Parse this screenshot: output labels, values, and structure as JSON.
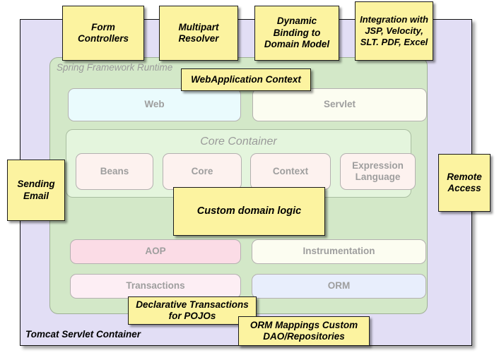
{
  "diagram": {
    "title": "Spring Framework Runtime architecture with annotations",
    "outer_container": {
      "label": "Tomcat Servlet Container",
      "color": "#e2def5"
    },
    "framework_container": {
      "label": "Spring Framework Runtime",
      "color": "#d3e8c8"
    },
    "core_container": {
      "label": "Core Container",
      "color": "#e4f5dd",
      "modules": [
        {
          "label": "Beans",
          "color": "#fdf2ef"
        },
        {
          "label": "Core",
          "color": "#fdf2ef"
        },
        {
          "label": "Context",
          "color": "#fdf2ef"
        },
        {
          "label": "Expression Language",
          "color": "#fdf2ef"
        }
      ]
    },
    "web_row": [
      {
        "label": "Web",
        "color": "#eafbfd"
      },
      {
        "label": "Servlet",
        "color": "#fcfdf1"
      }
    ],
    "aop_row": [
      {
        "label": "AOP",
        "color": "#fbdce6"
      },
      {
        "label": "Instrumentation",
        "color": "#fcfdf1"
      }
    ],
    "data_row": [
      {
        "label": "Transactions",
        "color": "#fdeef4"
      },
      {
        "label": "ORM",
        "color": "#e8eefc"
      }
    ],
    "notes": [
      {
        "id": "form-controllers",
        "text": "Form Controllers"
      },
      {
        "id": "multipart-resolver",
        "text": "Multipart Resolver"
      },
      {
        "id": "dynamic-binding",
        "text": "Dynamic Binding to Domain Model"
      },
      {
        "id": "integration",
        "text": "Integration with JSP, Velocity, SLT. PDF, Excel"
      },
      {
        "id": "webapplication-context",
        "text": "WebApplication Context"
      },
      {
        "id": "sending-email",
        "text": "Sending Email"
      },
      {
        "id": "remote-access",
        "text": "Remote Access"
      },
      {
        "id": "custom-domain-logic",
        "text": "Custom domain logic"
      },
      {
        "id": "declarative-transactions",
        "text": "Declarative Transactions for POJOs"
      },
      {
        "id": "orm-mappings",
        "text": "ORM Mappings Custom DAO/Repositories"
      }
    ],
    "colors": {
      "note_fill": "#fcf3a0",
      "outer_fill": "#e2def5",
      "framework_fill": "#d3e8c8",
      "module_text": "#9e9e9e"
    }
  }
}
